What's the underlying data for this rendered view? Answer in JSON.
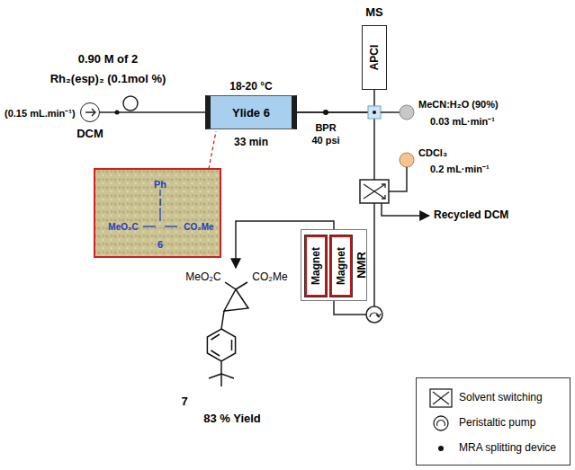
{
  "diagram": {
    "nodes": [
      {
        "text": [
          "DCM"
        ]
      },
      {
        "text": [
          "Ylide 6"
        ]
      },
      {
        "text": [
          "APCI"
        ]
      },
      {
        "text": [
          "NMR"
        ]
      },
      {
        "text": [
          "Magnet"
        ],
        "in": 3
      },
      {
        "text": [
          "Magnet"
        ],
        "in": 3
      }
    ],
    "edges": [
      {
        "from": 0,
        "to": 1,
        "arrow": "none"
      },
      {
        "from": 1,
        "to": 2,
        "arrow": "none"
      },
      {
        "from": 1,
        "to": 3,
        "arrow": "none"
      }
    ],
    "labels": [
      "0.90 M of 2",
      "Rh₂(esp)₂ (0.1mol %)",
      "(0.15 mL.min⁻¹)",
      "18-20 °C",
      "33 min",
      "BPR",
      "40 psi",
      "MS",
      "MeCN:H₂O (90%)",
      "0.03 mL·min⁻¹",
      "CDCl₃",
      "0.2 mL·min⁻¹",
      "Recycled DCM",
      "Ph",
      "I",
      "MeO₂C",
      "CO₂Me",
      "6",
      "MeO₂C",
      "CO₂Me",
      "7",
      "83 % Yield"
    ],
    "legend": [
      {
        "text": "Solvent switching"
      },
      {
        "text": "Peristaltic pump"
      },
      {
        "text": "MRA splitting device"
      }
    ]
  }
}
